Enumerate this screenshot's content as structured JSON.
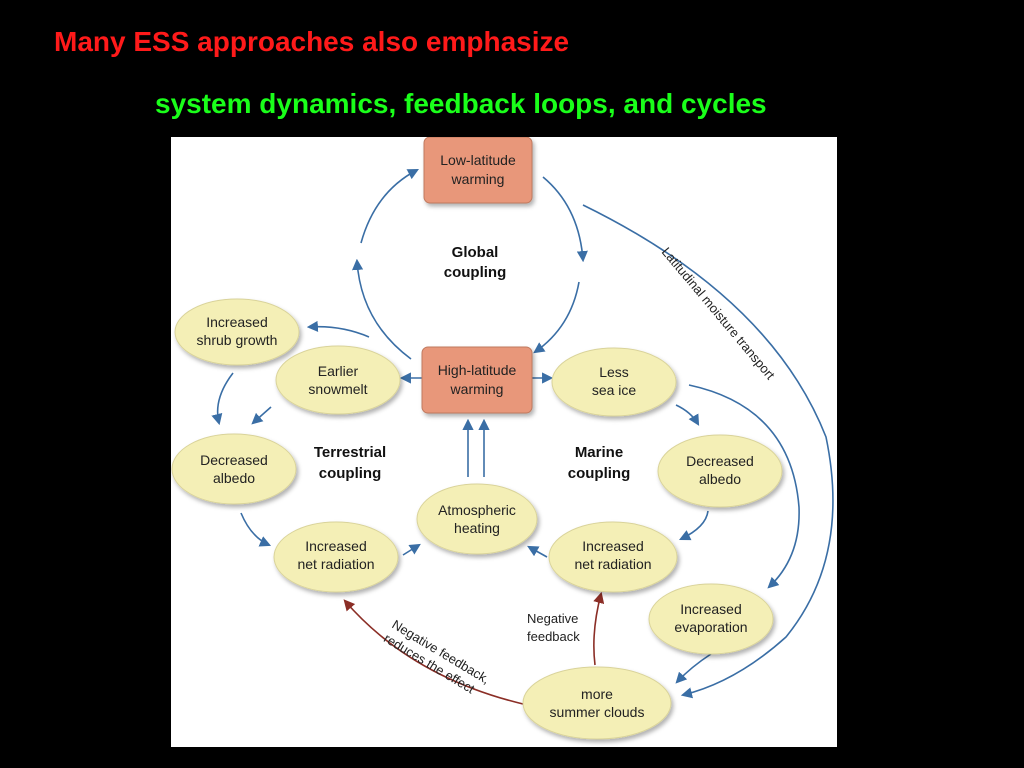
{
  "slide": {
    "title_line1": "Many ESS approaches also emphasize",
    "title_line2": "system dynamics, feedback loops, and cycles",
    "colors": {
      "background": "#000000",
      "title_line1": "#ff1a1a",
      "title_line2": "#1aff1a",
      "box_fill": "#e8977a",
      "ellipse_fill": "#f4efb6",
      "arrow_blue": "#3a6ea5",
      "arrow_red": "#8b2e26"
    }
  },
  "diagram": {
    "nodes": {
      "low_lat": [
        "Low-latitude",
        "warming"
      ],
      "high_lat": [
        "High-latitude",
        "warming"
      ],
      "shrub": [
        "Increased",
        "shrub growth"
      ],
      "snowmelt": [
        "Earlier",
        "snowmelt"
      ],
      "less_ice": [
        "Less",
        "sea ice"
      ],
      "dec_albedo_left": [
        "Decreased",
        "albedo"
      ],
      "dec_albedo_right": [
        "Decreased",
        "albedo"
      ],
      "net_rad_left": [
        "Increased",
        "net radiation"
      ],
      "net_rad_right": [
        "Increased",
        "net radiation"
      ],
      "atmos": [
        "Atmospheric",
        "heating"
      ],
      "evap": [
        "Increased",
        "evaporation"
      ],
      "clouds": [
        "more",
        "summer clouds"
      ]
    },
    "headers": {
      "global": [
        "Global",
        "coupling"
      ],
      "terrestrial": [
        "Terrestrial",
        "coupling"
      ],
      "marine": [
        "Marine",
        "coupling"
      ]
    },
    "annotations": {
      "moisture": "Latitudinal moisture transport",
      "neg_feedback_reduces": [
        "Negative feedback,",
        "reduces the effect"
      ],
      "neg_feedback": [
        "Negative",
        "feedback"
      ]
    }
  }
}
